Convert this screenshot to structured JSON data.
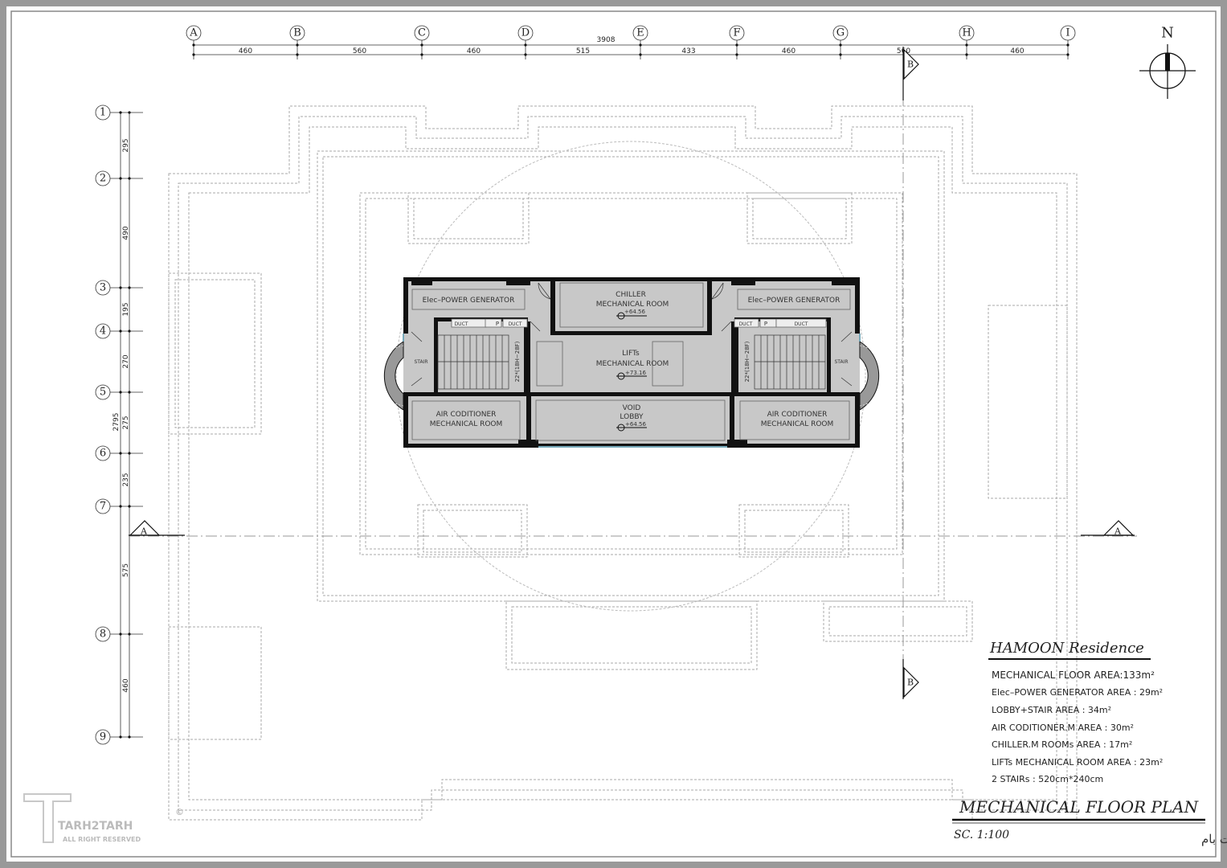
{
  "grid": {
    "columns": [
      "A",
      "B",
      "C",
      "D",
      "E",
      "F",
      "G",
      "H",
      "I"
    ],
    "column_spacings": [
      "460",
      "560",
      "460",
      "515",
      "433",
      "460",
      "560",
      "460"
    ],
    "column_total": "3908",
    "rows": [
      "1",
      "2",
      "3",
      "4",
      "5",
      "6",
      "7",
      "8",
      "9"
    ],
    "row_spacings": [
      "295",
      "490",
      "195",
      "270",
      "275",
      "235",
      "575",
      "460"
    ],
    "row_total": "2795"
  },
  "compass": {
    "label": "N"
  },
  "section_markers": {
    "a": "A",
    "b": "B"
  },
  "rooms": {
    "power_left": "Elec–POWER GENERATOR",
    "power_right": "Elec–POWER GENERATOR",
    "chiller_1": "CHILLER",
    "chiller_2": "MECHANICAL ROOM",
    "chiller_level": "+64.56",
    "lifts_1": "LIFTs",
    "lifts_2": "MECHANICAL ROOM",
    "lifts_level": "+73.16",
    "void_1": "VOID",
    "void_2": "LOBBY",
    "void_level": "+64.56",
    "ac_left_1": "AIR CODITIONER",
    "ac_left_2": "MECHANICAL ROOM",
    "ac_right_1": "AIR CODITIONER",
    "ac_right_2": "MECHANICAL ROOM",
    "duct": "DUCT",
    "p": "P",
    "stair": "STAIR",
    "stair_spec": "22*(18H−28F)"
  },
  "legend": {
    "project": "HAMOON  Residence",
    "items": [
      "MECHANICAL  FLOOR  AREA:133m²",
      "Elec–POWER  GENERATOR  AREA  :  29m²",
      "LOBBY+STAIR  AREA  :  34m²",
      "AIR  CODITIONER.M  AREA  :  30m²",
      "CHILLER.M  ROOMs  AREA  :  17m²",
      "LIFTs  MECHANICAL  ROOM  AREA  :  23m²",
      "2  STAIRs  :  520cm*240cm"
    ]
  },
  "title": {
    "main": "MECHANICAL  FLOOR  PLAN",
    "scale": "SC.  1:100",
    "persian": "طبقه تاسیسات بام"
  },
  "watermark": {
    "brand": "TARH2TARH",
    "rights": "ALL RIGHT RESERVED",
    "copyright": "©"
  }
}
